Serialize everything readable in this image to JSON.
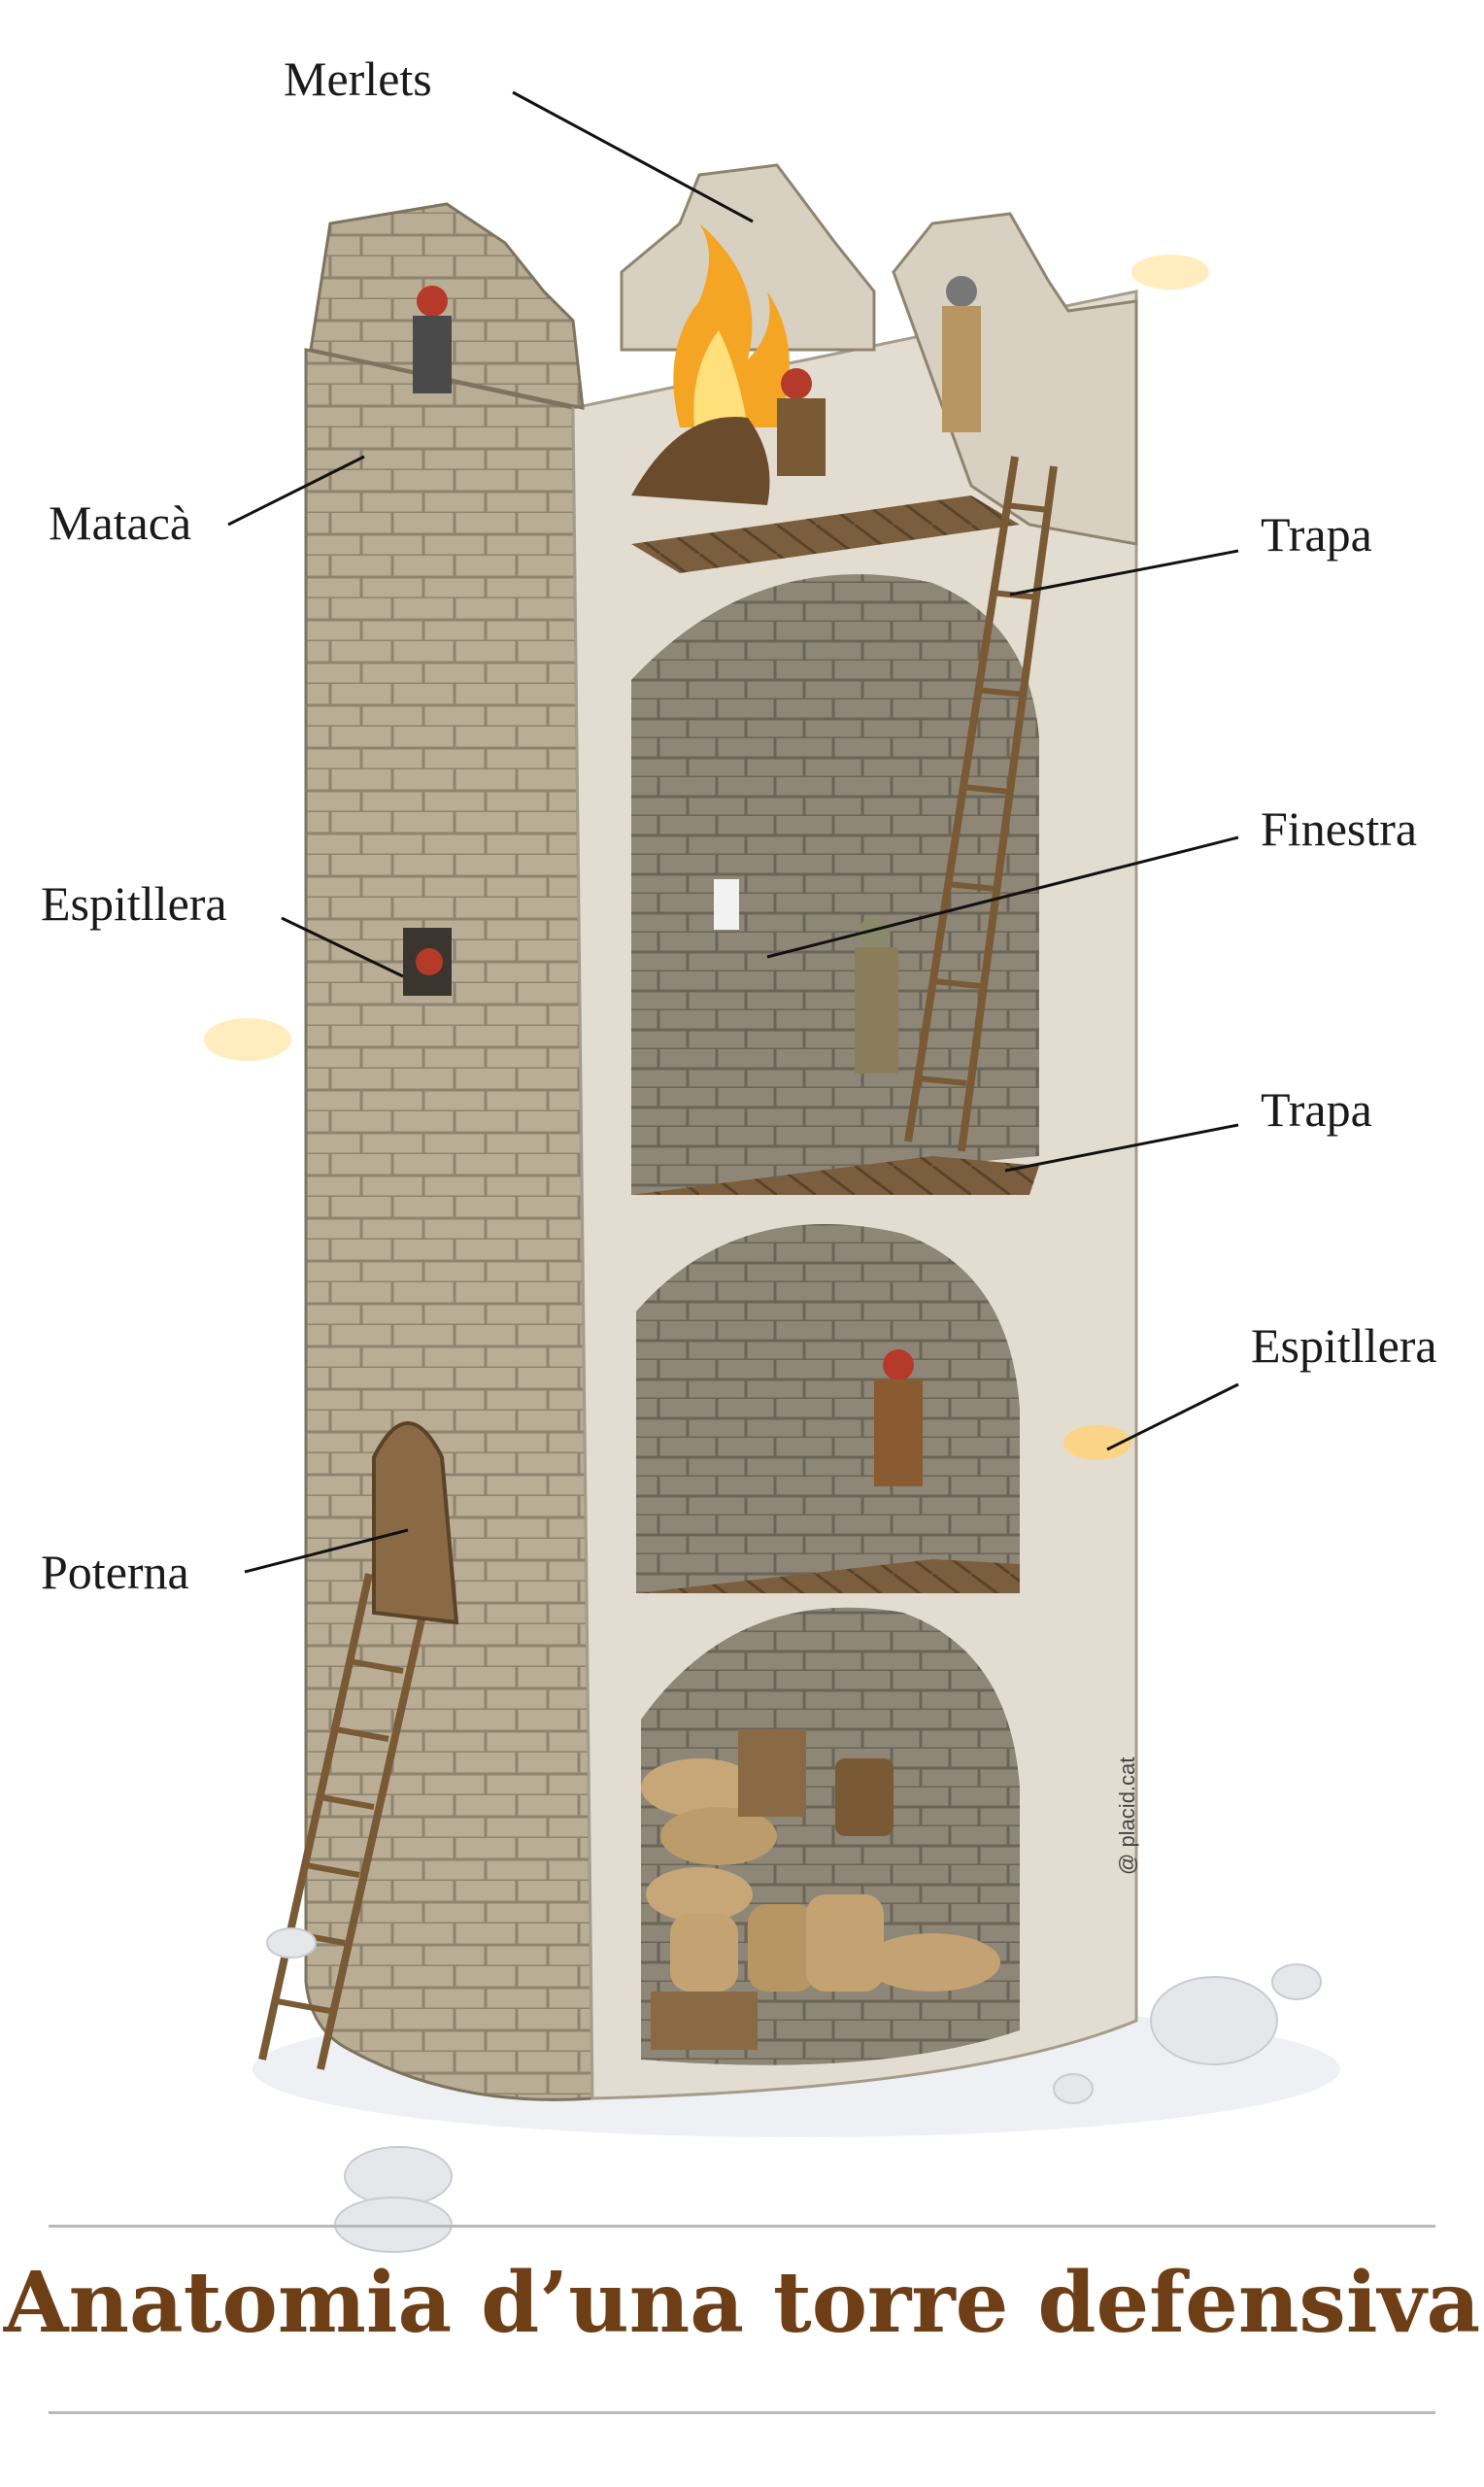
{
  "title": "Anatomia d’una torre defensiva",
  "credit": "@ placid.cat",
  "colors": {
    "title": "#6e3f16",
    "label_text": "#1a1a1a",
    "leader_line": "#111111",
    "rule": "#b9b9b9",
    "stone_outer": "#b9ad96",
    "stone_light": "#e6e1d7",
    "wood": "#8a6a45",
    "fire": "#f4a524"
  },
  "labels": {
    "merlets": "Merlets",
    "mataca": "Matacà",
    "trapa_top": "Trapa",
    "finestra": "Finestra",
    "espitllera_left": "Espitllera",
    "trapa_mid": "Trapa",
    "espitllera_right": "Espitllera",
    "poterna": "Poterna"
  }
}
